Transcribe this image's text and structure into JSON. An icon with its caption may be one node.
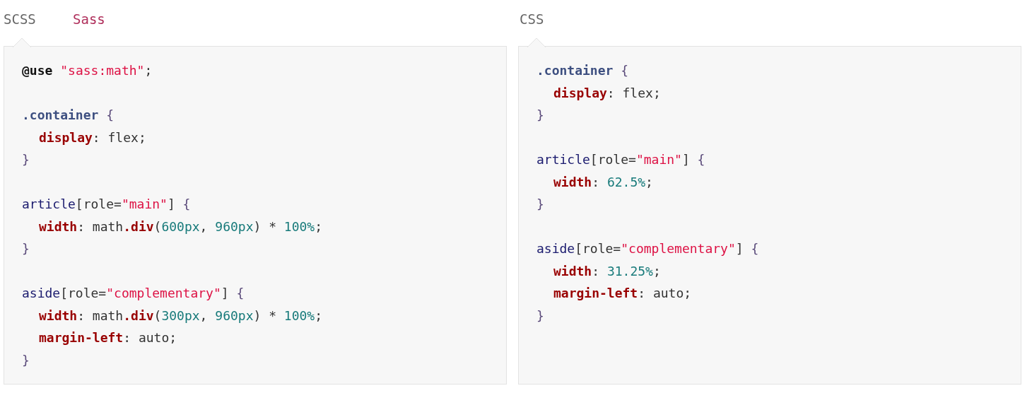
{
  "diagram": {
    "nodes": [
      {
        "text": [
          "@use \"sass:math\";",
          ".container {",
          "display: flex;",
          "}",
          "article[role=\"main\"] {",
          "width: math.div(600px, 960px) * 100%;",
          "}",
          "aside[role=\"complementary\"] {",
          "width: math.div(300px, 960px) * 100%;",
          "margin-left: auto;",
          "}"
        ]
      },
      {
        "text": [
          ".container {",
          "display: flex;",
          "}",
          "article[role=\"main\"] {",
          "width: 62.5%;",
          "}",
          "aside[role=\"complementary\"] {",
          "width: 31.25%;",
          "margin-left: auto;",
          "}"
        ]
      }
    ],
    "labels": [
      "SCSS",
      "Sass",
      "CSS"
    ]
  }
}
